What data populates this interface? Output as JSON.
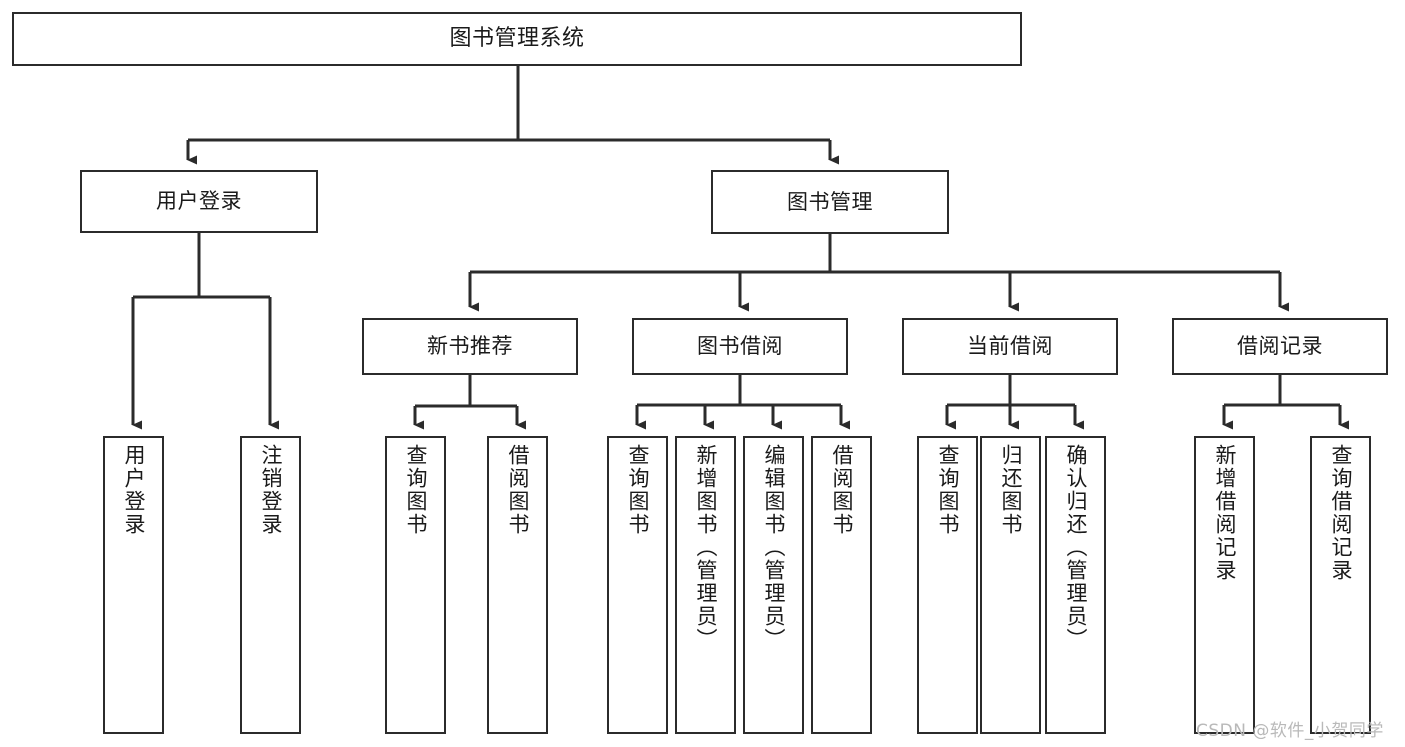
{
  "diagram": {
    "title": "图书管理系统",
    "type": "tree-hierarchy-chart",
    "line_color": "#2b2b2b",
    "box_fill": "#ffffff",
    "text_color": "#1a1a1a",
    "nodes": {
      "root": {
        "label": "图书管理系统"
      },
      "level2": [
        {
          "label": "用户登录"
        },
        {
          "label": "图书管理"
        }
      ],
      "level3": [
        {
          "label": "新书推荐"
        },
        {
          "label": "图书借阅"
        },
        {
          "label": "当前借阅"
        },
        {
          "label": "借阅记录"
        }
      ],
      "leaves": {
        "user_login": [
          {
            "label": "用户登录"
          },
          {
            "label": "注销登录"
          }
        ],
        "new_book_recommend": [
          {
            "label": "查询图书"
          },
          {
            "label": "借阅图书"
          }
        ],
        "book_borrow": [
          {
            "label": "查询图书"
          },
          {
            "label": "新增图书（管理员）"
          },
          {
            "label": "编辑图书（管理员）"
          },
          {
            "label": "借阅图书"
          }
        ],
        "current_borrow": [
          {
            "label": "查询图书"
          },
          {
            "label": "归还图书"
          },
          {
            "label": "确认归还（管理员）"
          }
        ],
        "borrow_record": [
          {
            "label": "新增借阅记录"
          },
          {
            "label": "查询借阅记录"
          }
        ]
      }
    },
    "watermark": "CSDN @软件_小贺同学"
  }
}
